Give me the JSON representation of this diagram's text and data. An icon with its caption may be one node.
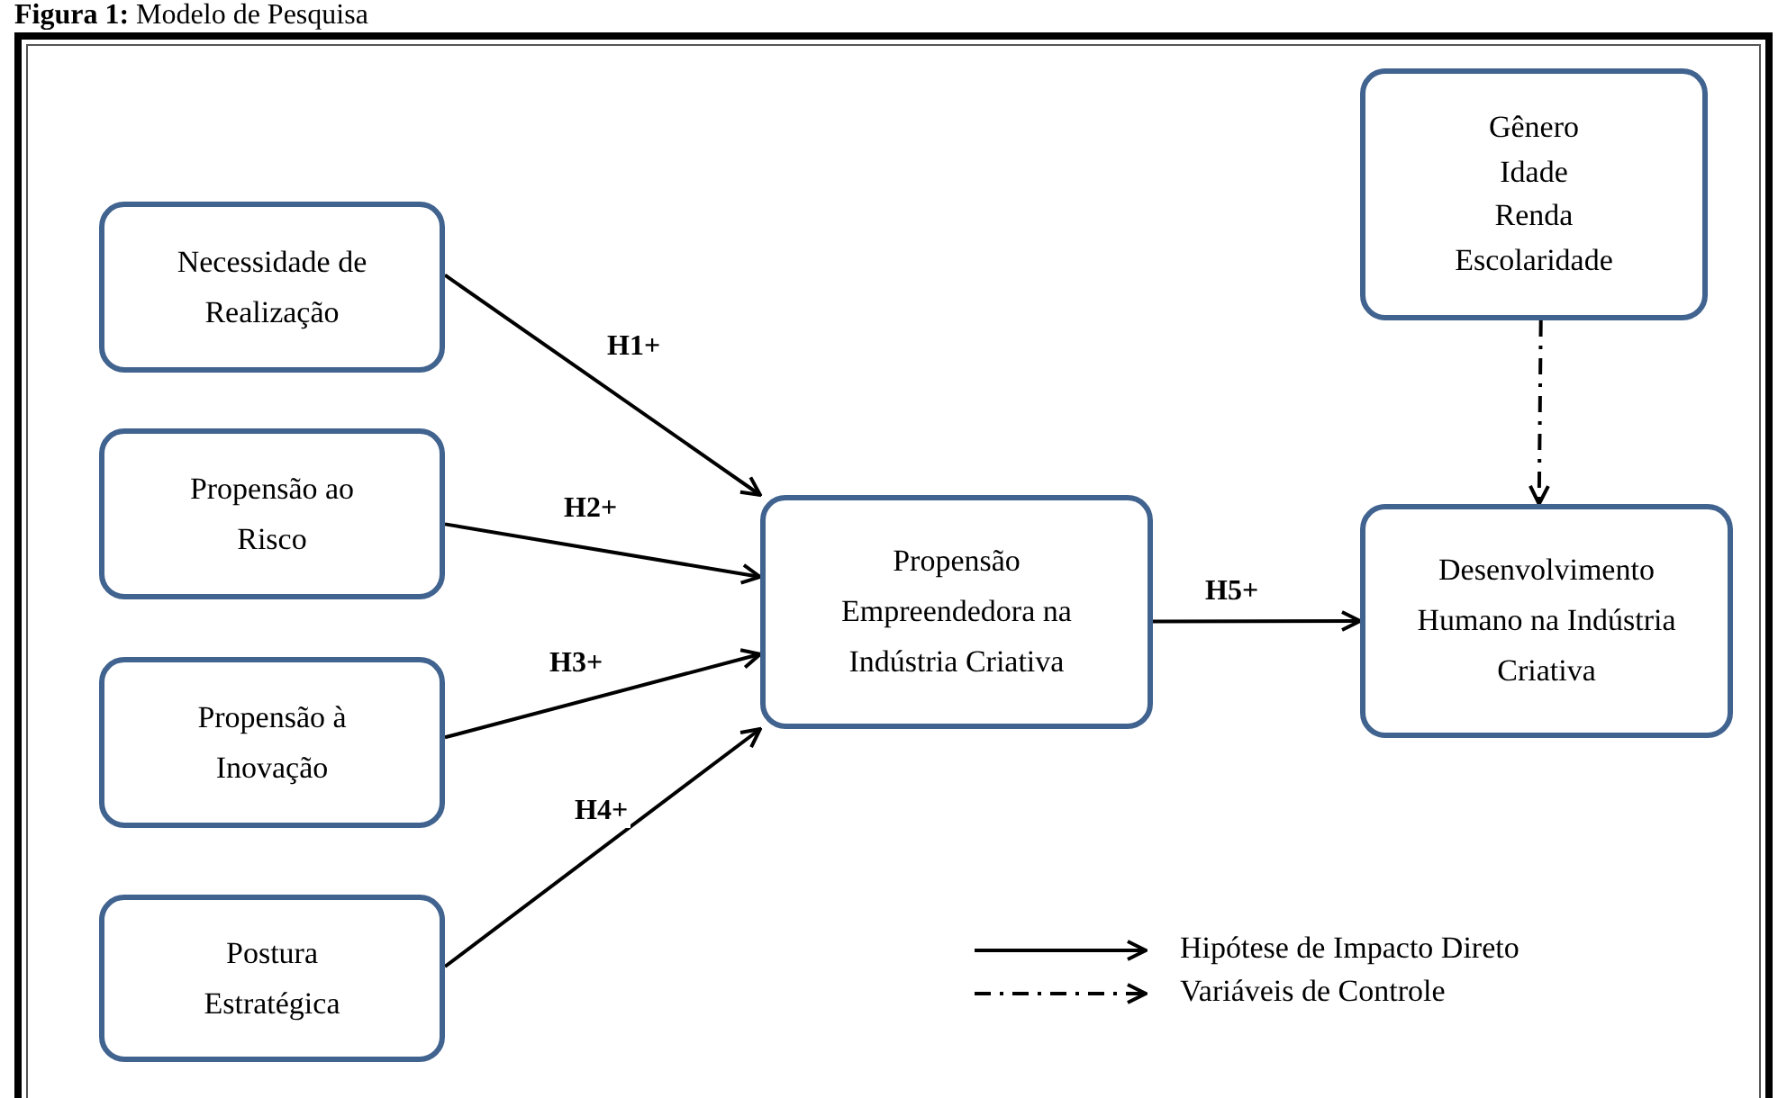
{
  "diagram": {
    "title": "**Figura 1:** Modelo de Pesquisa",
    "nodes": [
      {
        "text": [
          "Necessidade de Realização"
        ]
      },
      {
        "text": [
          "Propensão ao Risco"
        ]
      },
      {
        "text": [
          "Propensão à Inovação"
        ]
      },
      {
        "text": [
          "Postura Estratégica"
        ]
      },
      {
        "text": [
          "Propensão Empreendedora na Indústria Criativa"
        ]
      },
      {
        "text": [
          "Gênero",
          "Idade",
          "Renda",
          "Escolaridade"
        ]
      },
      {
        "text": [
          "Desenvolvimento Humano na Indústria Criativa"
        ]
      }
    ],
    "edges": [
      {
        "from": 0,
        "to": 4,
        "arrow": "to",
        "label": "H1+"
      },
      {
        "from": 1,
        "to": 4,
        "arrow": "to",
        "label": "H2+"
      },
      {
        "from": 2,
        "to": 4,
        "arrow": "to",
        "label": "H3+"
      },
      {
        "from": 3,
        "to": 4,
        "arrow": "to",
        "label": "H4+"
      },
      {
        "from": 4,
        "to": 6,
        "arrow": "to",
        "label": "H5+"
      },
      {
        "from": 5,
        "to": 6,
        "arrow": "to",
        "style": "dashed"
      }
    ],
    "legend": [
      {
        "text": "Hipótese de Impacto Direto"
      },
      {
        "text": "Variáveis de Controle"
      }
    ]
  }
}
